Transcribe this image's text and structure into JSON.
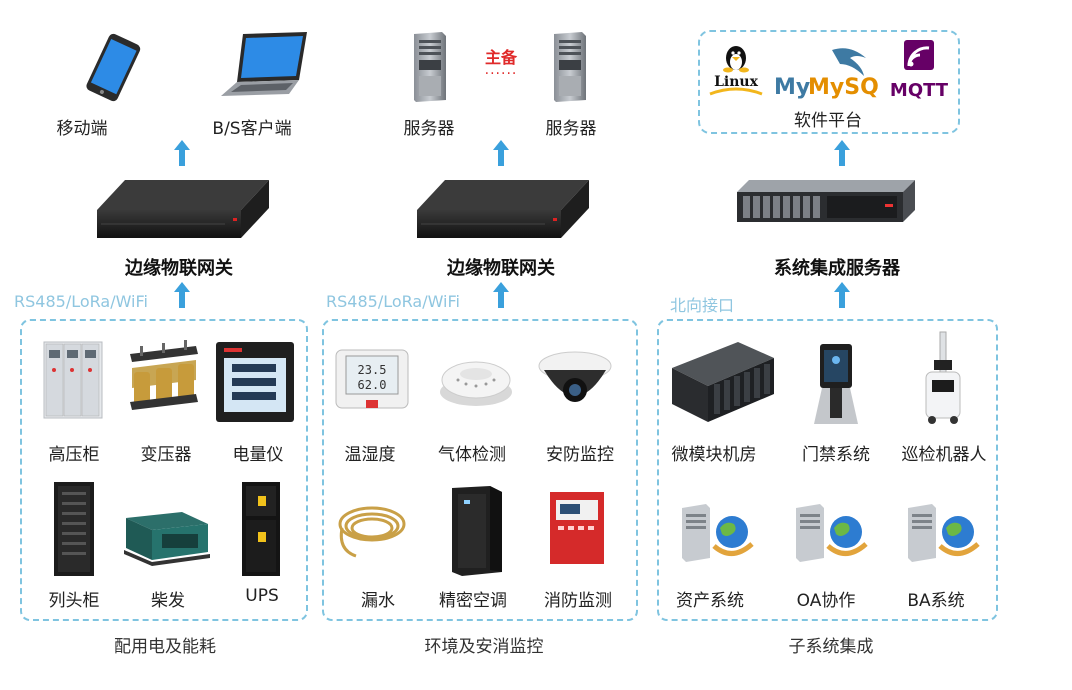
{
  "top": {
    "mobile_label": "移动端",
    "bs_client_label": "B/S客户端",
    "server1_label": "服务器",
    "server2_label": "服务器",
    "master_backup_label": "主备",
    "master_backup_dots": "······",
    "software_platform_label": "软件平台",
    "logos": [
      "Linux",
      "MySQL",
      "MQTT"
    ]
  },
  "gateways": {
    "gateway1_label": "边缘物联网关",
    "gateway2_label": "边缘物联网关",
    "integration_server_label": "系统集成服务器"
  },
  "protocols": {
    "left": "RS485/LoRa/WiFi",
    "middle": "RS485/LoRa/WiFi",
    "right": "北向接口"
  },
  "groups": [
    {
      "title": "配用电及能耗",
      "items": [
        "高压柜",
        "变压器",
        "电量仪",
        "列头柜",
        "柴发",
        "UPS"
      ]
    },
    {
      "title": "环境及安消监控",
      "items": [
        "温湿度",
        "气体检测",
        "安防监控",
        "漏水",
        "精密空调",
        "消防监测"
      ]
    },
    {
      "title": "子系统集成",
      "items": [
        "微模块机房",
        "门禁系统",
        "巡检机器人",
        "资产系统",
        "OA协作",
        "BA系统"
      ]
    }
  ],
  "colors": {
    "arrow": "#3aa0dc",
    "dashed_border": "#7fc4e0",
    "protocol_text": "#8fc6e0",
    "master_text": "#e02a2a"
  }
}
